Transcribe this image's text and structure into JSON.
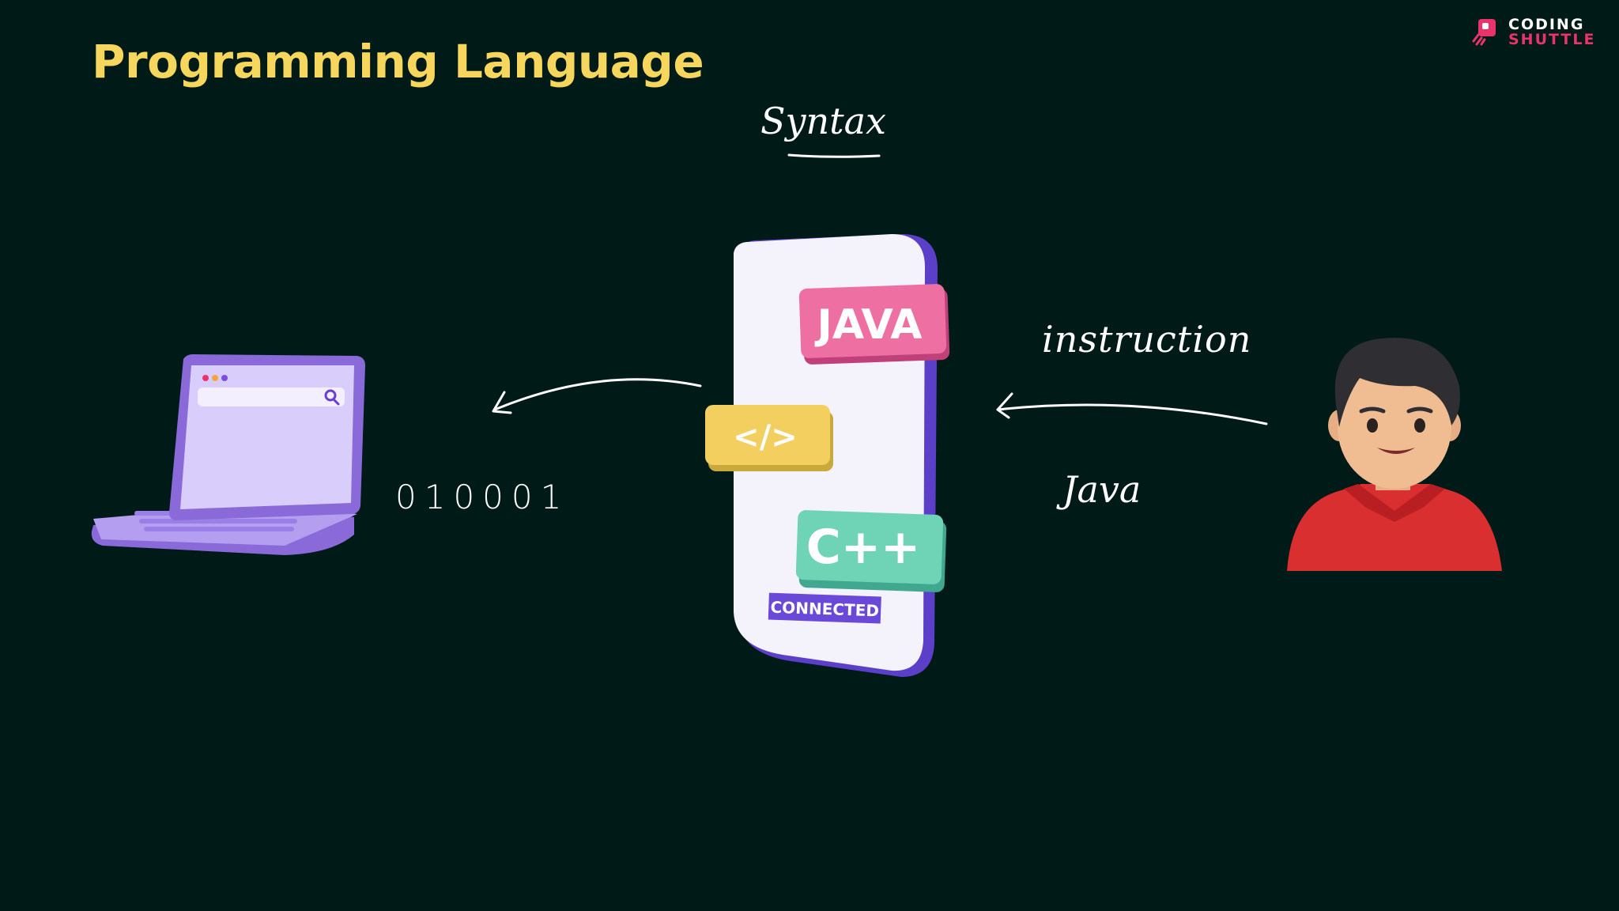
{
  "slide": {
    "title": "Programming Language",
    "title_color": "#f6d65c",
    "background_color": "#001b17"
  },
  "brand": {
    "line1": "CODING",
    "line2": "SHUTTLE",
    "accent_color": "#e8346b"
  },
  "annotations": {
    "syntax": "Syntax",
    "instruction": "instruction",
    "java": "Java",
    "binary": "010001"
  },
  "phone": {
    "java_card": "JAVA",
    "code_card": "</>",
    "cpp_card": "C++",
    "status_badge": "CONNECTED"
  },
  "icons": {
    "computer": "laptop-icon",
    "person": "developer-avatar-icon",
    "phone": "phone-icon",
    "search": "search-icon"
  }
}
